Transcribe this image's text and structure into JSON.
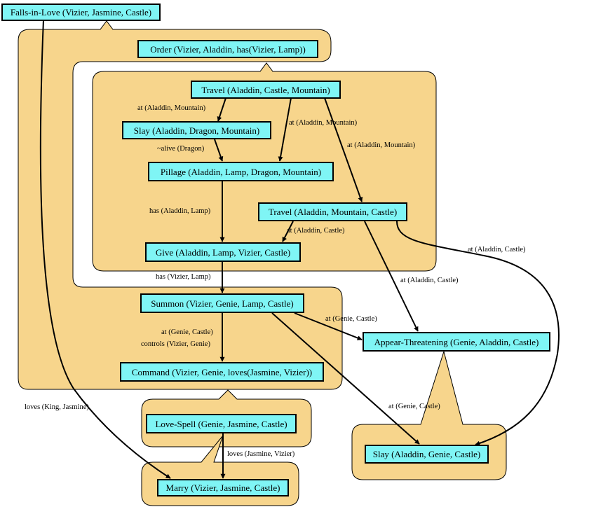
{
  "nodes": {
    "falls_in_love": "Falls-in-Love (Vizier, Jasmine, Castle)",
    "order": "Order (Vizier, Aladdin, has(Vizier, Lamp))",
    "travel_1": "Travel (Aladdin, Castle, Mountain)",
    "slay_dragon": "Slay (Aladdin, Dragon, Mountain)",
    "pillage": "Pillage (Aladdin, Lamp, Dragon, Mountain)",
    "travel_2": "Travel (Aladdin, Mountain, Castle)",
    "give": "Give (Aladdin, Lamp, Vizier, Castle)",
    "summon": "Summon (Vizier, Genie, Lamp, Castle)",
    "appear_threatening": "Appear-Threatening (Genie, Aladdin, Castle)",
    "command": "Command (Vizier, Genie, loves(Jasmine, Vizier))",
    "love_spell": "Love-Spell (Genie, Jasmine, Castle)",
    "slay_aladdin": "Slay (Aladdin, Genie, Castle)",
    "marry": "Marry (Vizier, Jasmine, Castle)"
  },
  "edge_labels": {
    "travel1_slay": "at (Aladdin, Mountain)",
    "travel1_pillage": "at (Aladdin, Mountain)",
    "travel1_travel2": "at (Aladdin, Mountain)",
    "slay_pillage": "~alive (Dragon)",
    "pillage_give": "has (Aladdin, Lamp)",
    "travel2_give": "at (Aladdin, Castle)",
    "travel2_slay_aladdin": "at (Aladdin, Castle)",
    "travel2_appear": "at (Aladdin, Castle)",
    "give_summon": "has (Vizier, Lamp)",
    "summon_appear": "at (Genie, Castle)",
    "summon_command_1": "at (Genie, Castle)",
    "summon_command_2": "controls (Vizier, Genie)",
    "summon_slay_aladdin": "at (Genie, Castle)",
    "falls_marry": "loves (King, Jasmine)",
    "lovespell_marry": "loves (Jasmine, Vizier)"
  },
  "colors": {
    "node_fill": "#7ff5f5",
    "frame_fill": "#f7d58c",
    "stroke": "#000000"
  }
}
